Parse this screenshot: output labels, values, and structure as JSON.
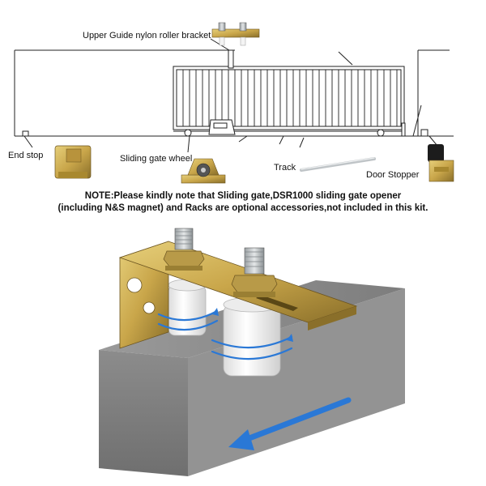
{
  "labels": {
    "upper_guide": "Upper Guide nylon roller bracket",
    "end_stop": "End stop",
    "sliding_gate_wheel": "Sliding gate wheel",
    "track": "Track",
    "door_stopper": "Door Stopper"
  },
  "note": {
    "line1": "NOTE:Please kindly note that Sliding gate,DSR1000 sliding gate opener",
    "line2": "(including N&S magnet) and Racks are optional accessories,not included in this kit."
  },
  "colors": {
    "line": "#222222",
    "metal_gold": "#c9a64a",
    "metal_dark": "#8a6f2a",
    "nylon": "#f2f2f2",
    "beam": "#8e8e8e",
    "arrow_blue": "#2a78d6"
  }
}
